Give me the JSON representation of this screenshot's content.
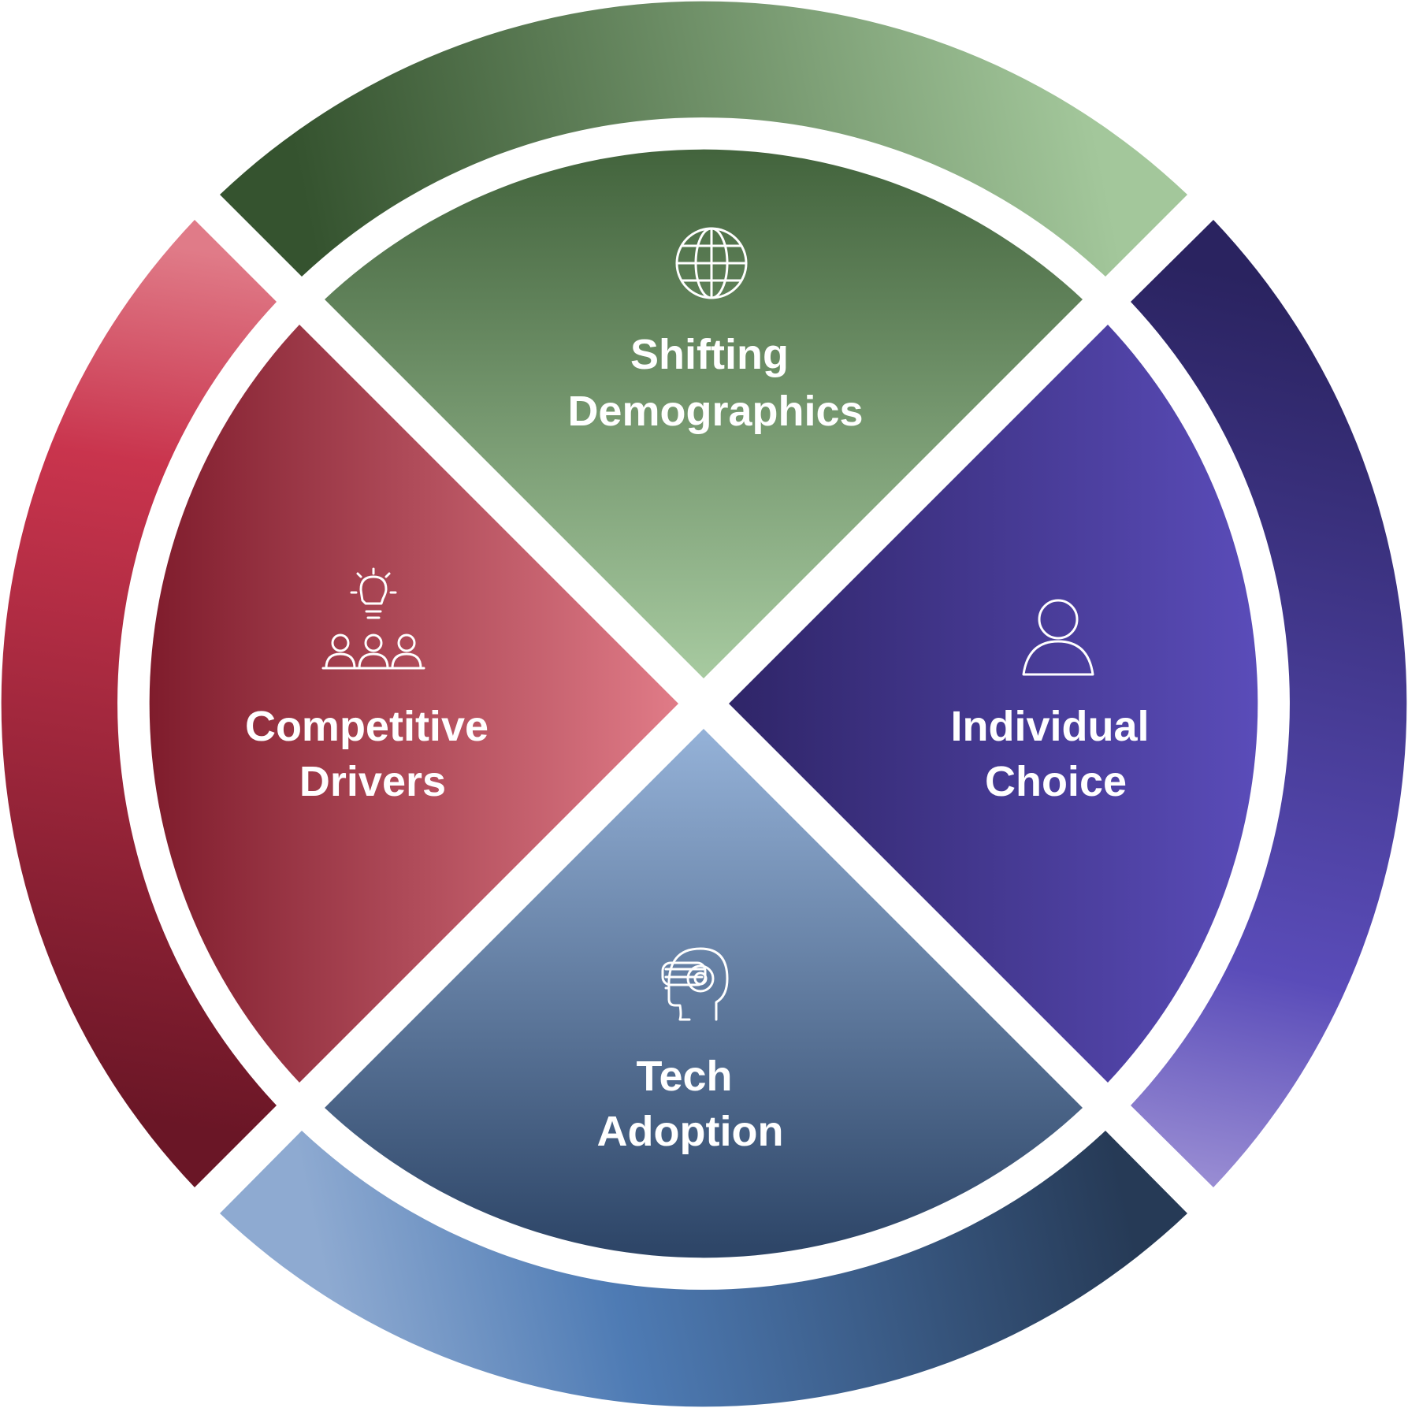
{
  "diagram": {
    "quadrants": [
      {
        "id": "top",
        "label_lines": [
          "Shifting",
          "Demographics"
        ],
        "icon": "globe-icon",
        "colors": {
          "inner_outer": "#3e5f38",
          "inner_center": "#a7caa0",
          "ring_start": "#35532f",
          "ring_end": "#a3c79b"
        }
      },
      {
        "id": "right",
        "label_lines": [
          "Individual",
          "Choice"
        ],
        "icon": "person-icon",
        "colors": {
          "inner_outer": "#5a4cb9",
          "inner_center": "#2f2568",
          "ring_start": "#2a2360",
          "ring_end": "#9b8fd4"
        }
      },
      {
        "id": "bottom",
        "label_lines": [
          "Tech",
          "Adoption"
        ],
        "icon": "vr-headset-icon",
        "colors": {
          "inner_outer": "#2c4466",
          "inner_center": "#95b2d8",
          "ring_start": "#8eaad1",
          "ring_end": "#263a56"
        }
      },
      {
        "id": "left",
        "label_lines": [
          "Competitive",
          "Drivers"
        ],
        "icon": "team-idea-icon",
        "colors": {
          "inner_outer": "#7f1c2c",
          "inner_center": "#e07b87",
          "ring_start": "#e07b88",
          "ring_end": "#6a1626"
        }
      }
    ]
  }
}
